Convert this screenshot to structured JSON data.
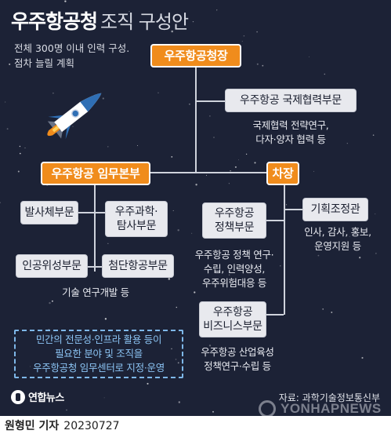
{
  "title": {
    "main": "우주항공청",
    "sub": "조직 구성안"
  },
  "note": [
    "전체 300명 이내 인력 구성.",
    "점차 늘릴 계획"
  ],
  "nodes": {
    "head": "우주항공청장",
    "intl": "우주항공 국제협력부문",
    "mission_hq": "우주항공 임무본부",
    "vice": "차장",
    "launch": "발사체부문",
    "science": [
      "우주과학·",
      "탐사부문"
    ],
    "satellite": "인공위성부문",
    "advanced": "첨단항공부문",
    "planning": "기획조정관",
    "policy": [
      "우주항공",
      "정책부문"
    ],
    "business": [
      "우주항공",
      "비즈니스부문"
    ]
  },
  "descriptions": {
    "intl": [
      "국제협력 전략연구,",
      "다자·양자 협력 등"
    ],
    "tech": "기술 연구개발 등",
    "planning": [
      "인사, 감사, 홍보,",
      "운영지원 등"
    ],
    "policy": [
      "우주항공 정책 연구·",
      "수립, 인력양성,",
      "우주위험대응 등"
    ],
    "business": [
      "우주항공 산업육성",
      "정책연구·수립 등"
    ]
  },
  "highlight": [
    "민간의 전문성·인프라 활용 등이",
    "필요한 분야 및 조직을",
    "우주항공청 임무센터로 지정·운영"
  ],
  "logo": "연합뉴스",
  "source": "자료: 과학기술정보통신부",
  "watermark": "YONHAPNEWS",
  "byline": {
    "name": "원형민 기자",
    "date": "20230727"
  },
  "colors": {
    "background": "#1c2236",
    "orange": "#f08c1c",
    "light_box": "#e8e9ee",
    "highlight_text": "#8cc5f5"
  }
}
